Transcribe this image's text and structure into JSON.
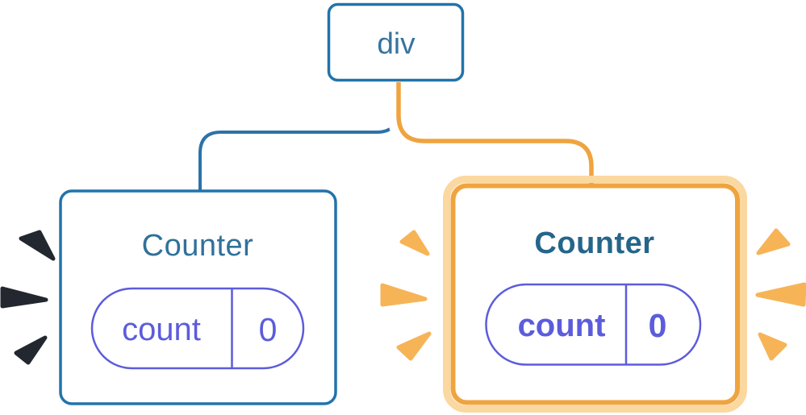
{
  "diagram": {
    "description": "React state tree: div root with two Counter children, right Counter freshly rendered (orange highlight with sparkles)",
    "root_node": {
      "label": "div"
    },
    "left_counter": {
      "title": "Counter",
      "state_key": "count",
      "state_value": "0",
      "highlighted": false
    },
    "right_counter": {
      "title": "Counter",
      "state_key": "count",
      "state_value": "0",
      "highlighted": true
    }
  },
  "colors": {
    "background": "#ffffff",
    "white": "#ffffff",
    "edge_blue": "#2b73a8",
    "node_border_blue": "#2273ab",
    "node_label_blue": "#36749f",
    "title_blue": "#30719a",
    "title_blue_bold": "#25658b",
    "pill_indigo": "#5c5cdb",
    "highlight_orange": "#efa43f",
    "highlight_orange_light": "#fbd8a0",
    "sparkle_orange": "#f6b457",
    "sparkle_dark": "#23272f"
  }
}
